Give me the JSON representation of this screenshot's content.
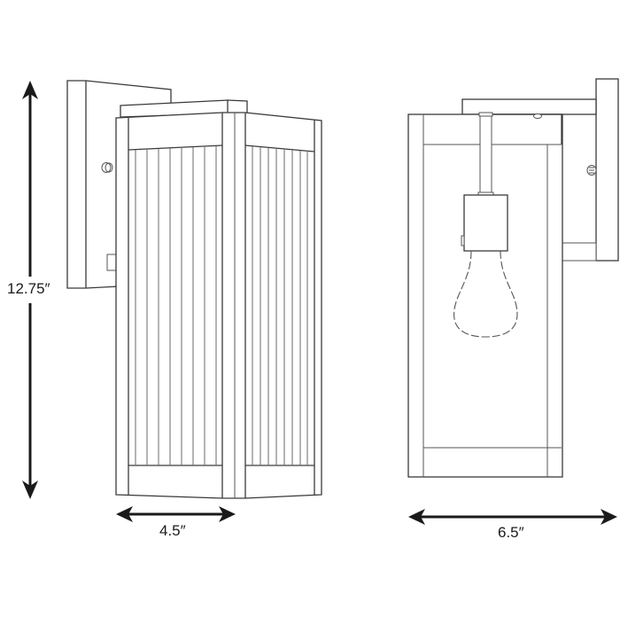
{
  "diagram": {
    "title": "",
    "dimensions": {
      "height": {
        "label": "12.75″",
        "value": 12.75,
        "unit": "in"
      },
      "depth": {
        "label": "4.5″",
        "value": 4.5,
        "unit": "in"
      },
      "width": {
        "label": "6.5″",
        "value": 6.5,
        "unit": "in"
      }
    },
    "views": [
      {
        "name": "perspective-view",
        "description": "Wall lantern with vertically ribbed glass panels and wall backplate"
      },
      {
        "name": "side-view",
        "description": "Side profile showing wall mount arm, socket and A-shape bulb"
      }
    ],
    "colors": {
      "line": "#3a3a3a",
      "dimension": "#1a1a1a",
      "background": "#ffffff"
    }
  }
}
